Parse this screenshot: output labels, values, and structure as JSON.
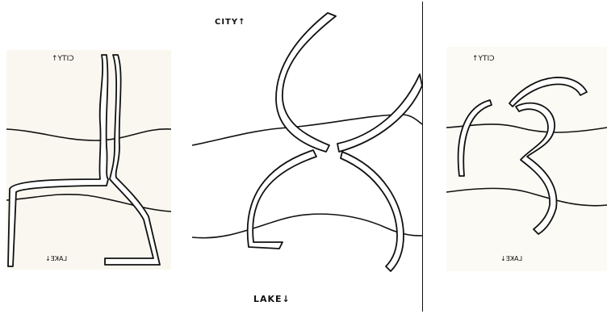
{
  "panels": [
    {
      "city_label": "CITY↑",
      "lake_label": "LAKE↓"
    },
    {
      "city_label": "CITY↑",
      "lake_label": "LAKE↓"
    },
    {
      "city_label": "CITY↑",
      "lake_label": "LAKE↓"
    }
  ]
}
